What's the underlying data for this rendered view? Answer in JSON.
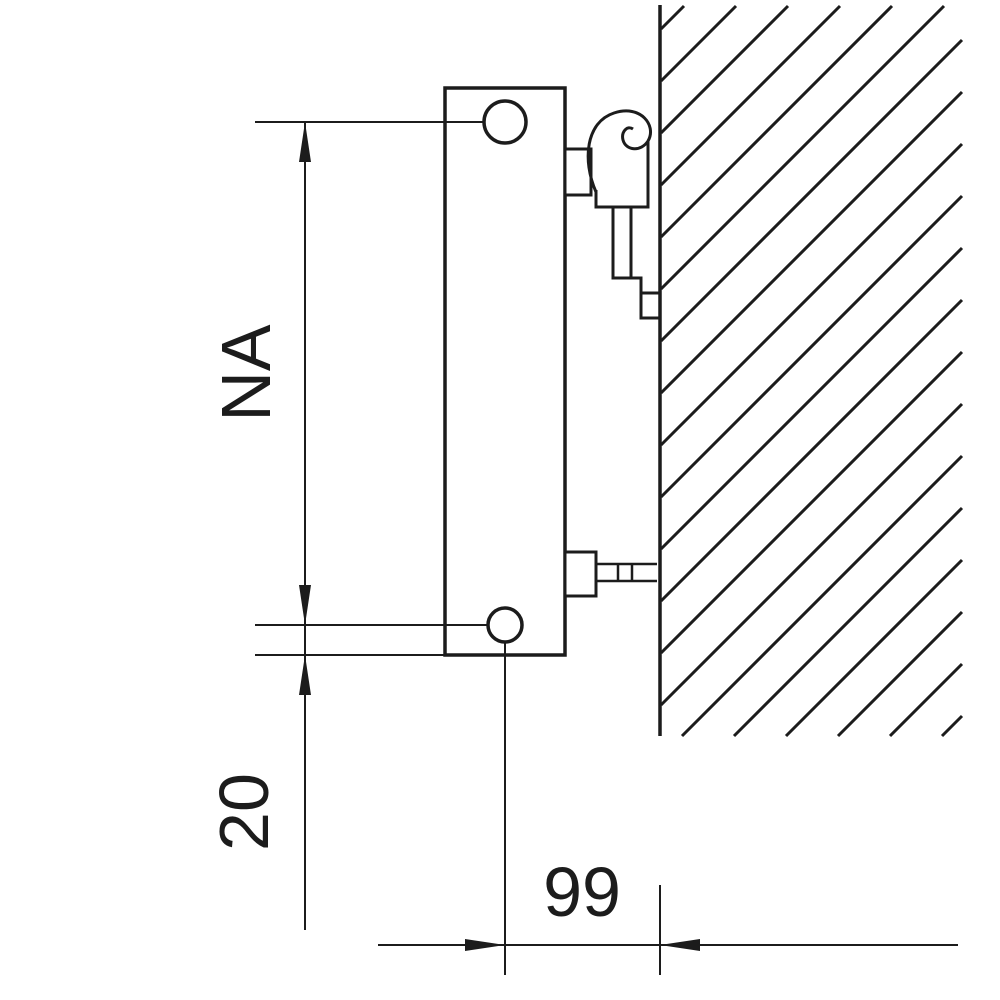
{
  "diagram": {
    "labels": {
      "hub_distance": "NA",
      "bottom_offset": "20",
      "wall_distance": "99"
    },
    "colors": {
      "line": "#1c1c1c",
      "background": "#ffffff"
    }
  }
}
